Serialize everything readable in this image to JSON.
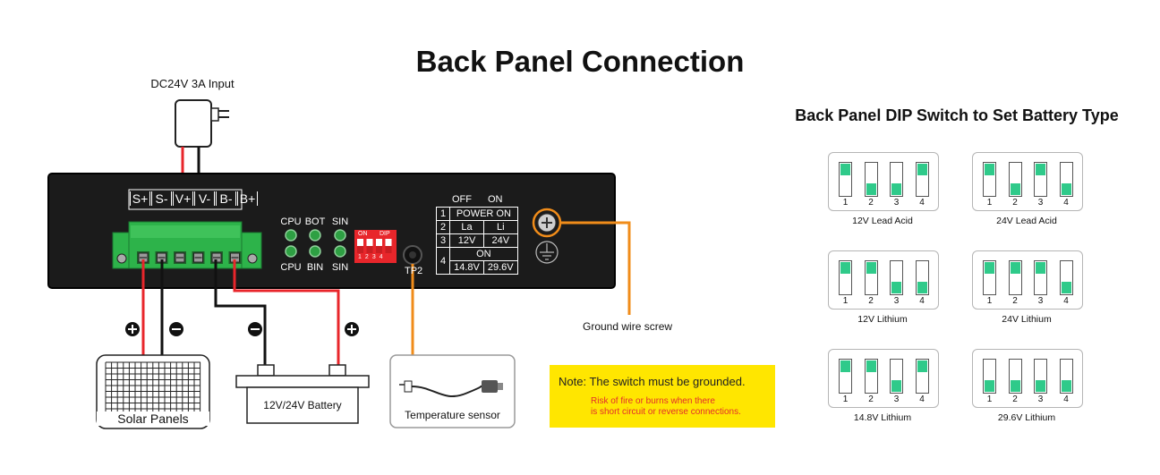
{
  "title": "Back Panel Connection",
  "power": {
    "label": "DC24V 3A Input"
  },
  "terminals": [
    "S+",
    "S-",
    "V+",
    "V-",
    "B-",
    "B+"
  ],
  "leds": {
    "top": [
      "CPU",
      "BOT",
      "SIN"
    ],
    "bottom": [
      "CPU",
      "BIN",
      "SIN"
    ]
  },
  "dip_panel": {
    "on": "ON",
    "dip": "DIP",
    "numbers": [
      "1",
      "2",
      "3",
      "4"
    ]
  },
  "tp2": "TP2",
  "table": {
    "off": "OFF",
    "on": "ON",
    "rows": [
      {
        "n": "1",
        "a": "POWER ON"
      },
      {
        "n": "2",
        "a": "La",
        "b": "Li"
      },
      {
        "n": "3",
        "a": "12V",
        "b": "24V"
      },
      {
        "n": "4",
        "a": "ON"
      },
      {
        "a": "14.8V",
        "b": "29.6V"
      }
    ]
  },
  "ground_label": "Ground wire screw",
  "devices": {
    "solar": "Solar Panels",
    "battery": "12V/24V Battery",
    "temp": "Temperature sensor"
  },
  "note": {
    "title": "Note:   The switch must be grounded.",
    "warn_line1": "Risk of fire or burns when there",
    "warn_line2": "is short circuit or reverse connections."
  },
  "dip_title": "Back Panel DIP Switch to Set Battery Type",
  "dip_configs": [
    {
      "name": "12V Lead Acid",
      "states": [
        1,
        0,
        0,
        1
      ]
    },
    {
      "name": "24V Lead Acid",
      "states": [
        1,
        0,
        1,
        0
      ]
    },
    {
      "name": "12V Lithium",
      "states": [
        1,
        1,
        0,
        0
      ]
    },
    {
      "name": "24V Lithium",
      "states": [
        1,
        1,
        1,
        0
      ]
    },
    {
      "name": "14.8V Lithium",
      "states": [
        1,
        1,
        0,
        1
      ]
    },
    {
      "name": "29.6V Lithium",
      "states": [
        0,
        0,
        0,
        0
      ]
    }
  ],
  "colors": {
    "green": "#2fca8a",
    "terminal_green": "#2db34a",
    "wire_red": "#e8262b",
    "wire_orange": "#f08c1a",
    "note_yellow": "#ffe600"
  }
}
